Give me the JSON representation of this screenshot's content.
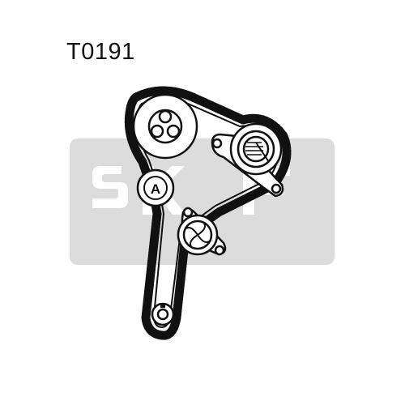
{
  "part_code": "T0191",
  "watermark": {
    "text": "SKF",
    "color": "#d9d9d9"
  },
  "diagram": {
    "components": [
      {
        "id": "camshaft-sprocket",
        "icon": "triple-hole-pulley"
      },
      {
        "id": "tensioner-pulley",
        "icon": "spring-tensioner"
      },
      {
        "id": "idler-pulley",
        "marking": "A"
      },
      {
        "id": "water-pump-pulley",
        "icon": "fan-impeller"
      },
      {
        "id": "crankshaft-sprocket",
        "icon": "keyed-pulley"
      }
    ],
    "belt": {
      "type": "toothed-timing-belt"
    },
    "stroke_color": "#111111"
  }
}
